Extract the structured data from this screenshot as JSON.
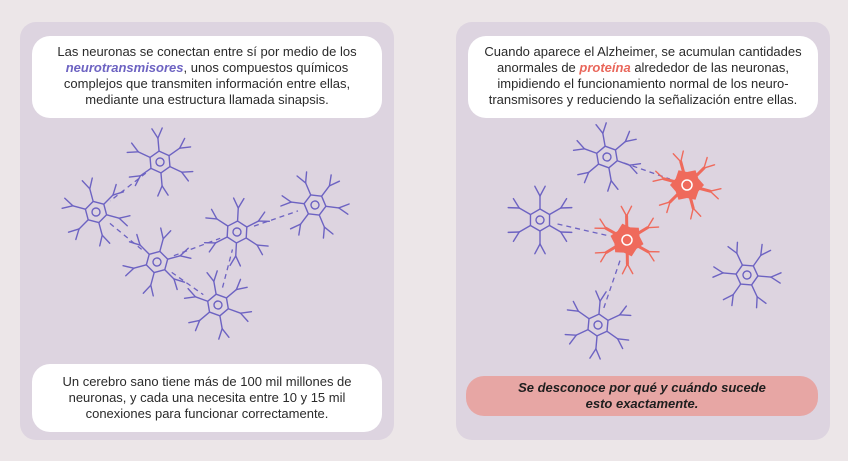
{
  "left": {
    "top_lines": [
      {
        "pre": "Las neuronas se conectan entre sí por medio de los",
        "hl": "",
        "post": ""
      },
      {
        "pre": "",
        "hl": "neurotransmisores",
        "post": ", unos compuestos químicos"
      },
      {
        "pre": "complejos que transmiten información entre ellas,",
        "hl": "",
        "post": ""
      },
      {
        "pre": "mediante una estructura llamada sinapsis.",
        "hl": "",
        "post": ""
      }
    ],
    "bottom_lines": [
      "Un cerebro sano tiene más de 100 mil millones de",
      "neuronas, y cada una necesita entre 10 y 15 mil",
      "conexiones para funcionar correctamente."
    ]
  },
  "right": {
    "top_lines": [
      {
        "pre": "Cuando aparece el Alzheimer, se acumulan cantidades",
        "hl": "",
        "post": ""
      },
      {
        "pre": "anormales de ",
        "hl": "proteína",
        "post": " alrededor de las neuronas,"
      },
      {
        "pre": "impidiendo el funcionamiento normal de los neuro-",
        "hl": "",
        "post": ""
      },
      {
        "pre": "transmisores y reduciendo la señalización entre ellas.",
        "hl": "",
        "post": ""
      }
    ],
    "bottom_lines": [
      "Se desconoce por qué y cuándo sucede",
      "esto exactamente."
    ]
  },
  "colors": {
    "neuron_healthy": "#6d63c2",
    "neuron_affected": "#ef6a5c",
    "panel": "#ddd4e0",
    "warning_box": "#e7a6a4"
  }
}
